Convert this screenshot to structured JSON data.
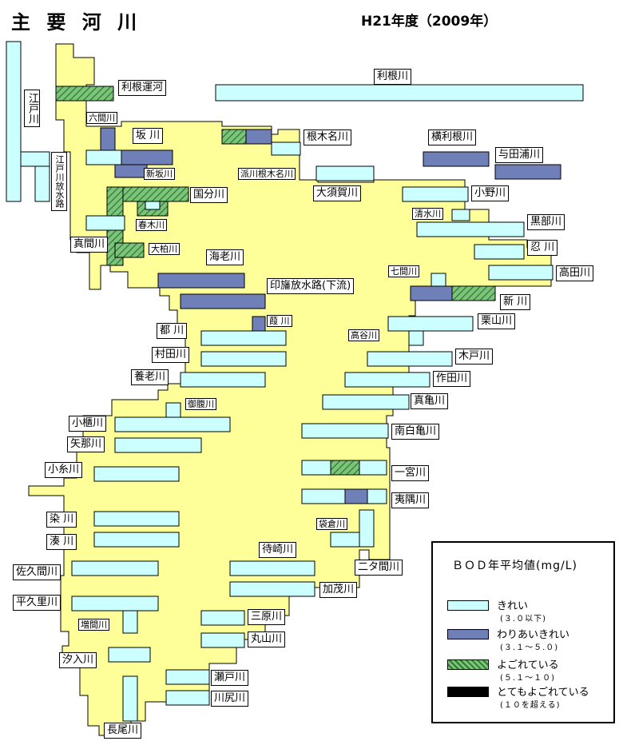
{
  "title": "主 要 河 川",
  "year": "H21年度（2009年）",
  "colors": {
    "land": "#FFFF99",
    "clean": "#CCFFFF",
    "somewhat_clean": "#6F7FB8",
    "dirty": "#7CC47C",
    "very_dirty": "#000000"
  },
  "rivers": [
    {
      "name": "江戸川",
      "status": "clean"
    },
    {
      "name": "利根運河",
      "status": "dirty"
    },
    {
      "name": "利根川",
      "status": "clean"
    },
    {
      "name": "六間川",
      "status": "somewhat_clean"
    },
    {
      "name": "坂 川",
      "status": "clean"
    },
    {
      "name": "根木名川",
      "status": "somewhat_clean"
    },
    {
      "name": "横利根川",
      "status": "somewhat_clean"
    },
    {
      "name": "与田浦川",
      "status": "somewhat_clean"
    },
    {
      "name": "江戸川放水路",
      "status": "clean"
    },
    {
      "name": "新坂川",
      "status": "somewhat_clean"
    },
    {
      "name": "派川根木名川",
      "status": "clean"
    },
    {
      "name": "国分川",
      "status": "dirty"
    },
    {
      "name": "大須賀川",
      "status": "clean"
    },
    {
      "name": "小野川",
      "status": "clean"
    },
    {
      "name": "春木川",
      "status": "dirty"
    },
    {
      "name": "清水川",
      "status": "clean"
    },
    {
      "name": "黒部川",
      "status": "clean"
    },
    {
      "name": "真間川",
      "status": "dirty"
    },
    {
      "name": "大柏川",
      "status": "dirty"
    },
    {
      "name": "海老川",
      "status": "clean"
    },
    {
      "name": "忍 川",
      "status": "clean"
    },
    {
      "name": "七間川",
      "status": "clean"
    },
    {
      "name": "高田川",
      "status": "clean"
    },
    {
      "name": "印旛放水路(下流)",
      "status": "somewhat_clean"
    },
    {
      "name": "新 川",
      "status": "dirty"
    },
    {
      "name": "葭 川",
      "status": "somewhat_clean"
    },
    {
      "name": "栗山川",
      "status": "clean"
    },
    {
      "name": "都 川",
      "status": "clean"
    },
    {
      "name": "高谷川",
      "status": "clean"
    },
    {
      "name": "村田川",
      "status": "clean"
    },
    {
      "name": "木戸川",
      "status": "clean"
    },
    {
      "name": "養老川",
      "status": "clean"
    },
    {
      "name": "作田川",
      "status": "clean"
    },
    {
      "name": "真亀川",
      "status": "clean"
    },
    {
      "name": "御腹川",
      "status": "clean"
    },
    {
      "name": "小櫃川",
      "status": "clean"
    },
    {
      "name": "南白亀川",
      "status": "clean"
    },
    {
      "name": "矢那川",
      "status": "clean"
    },
    {
      "name": "小糸川",
      "status": "clean"
    },
    {
      "name": "一宮川",
      "status": "dirty"
    },
    {
      "name": "夷隅川",
      "status": "somewhat_clean"
    },
    {
      "name": "染 川",
      "status": "clean"
    },
    {
      "name": "袋倉川",
      "status": "clean"
    },
    {
      "name": "湊 川",
      "status": "clean"
    },
    {
      "name": "待崎川",
      "status": "clean"
    },
    {
      "name": "二タ間川",
      "status": "clean"
    },
    {
      "name": "佐久間川",
      "status": "clean"
    },
    {
      "name": "加茂川",
      "status": "clean"
    },
    {
      "name": "平久里川",
      "status": "clean"
    },
    {
      "name": "増間川",
      "status": "clean"
    },
    {
      "name": "三原川",
      "status": "clean"
    },
    {
      "name": "丸山川",
      "status": "clean"
    },
    {
      "name": "汐入川",
      "status": "clean"
    },
    {
      "name": "瀬戸川",
      "status": "clean"
    },
    {
      "name": "川尻川",
      "status": "clean"
    },
    {
      "name": "長尾川",
      "status": "clean"
    }
  ],
  "legend": {
    "title": "ＢＯＤ年平均値(mg/L)",
    "items": [
      {
        "label": "きれい",
        "range": "(３.０以下)",
        "status": "clean"
      },
      {
        "label": "わりあいきれい",
        "range": "(３.１～５.０)",
        "status": "somewhat_clean"
      },
      {
        "label": "よごれている",
        "range": "(５.１～１０)",
        "status": "dirty"
      },
      {
        "label": "とてもよごれている",
        "range": "(１０を超える)",
        "status": "very_dirty"
      }
    ]
  }
}
